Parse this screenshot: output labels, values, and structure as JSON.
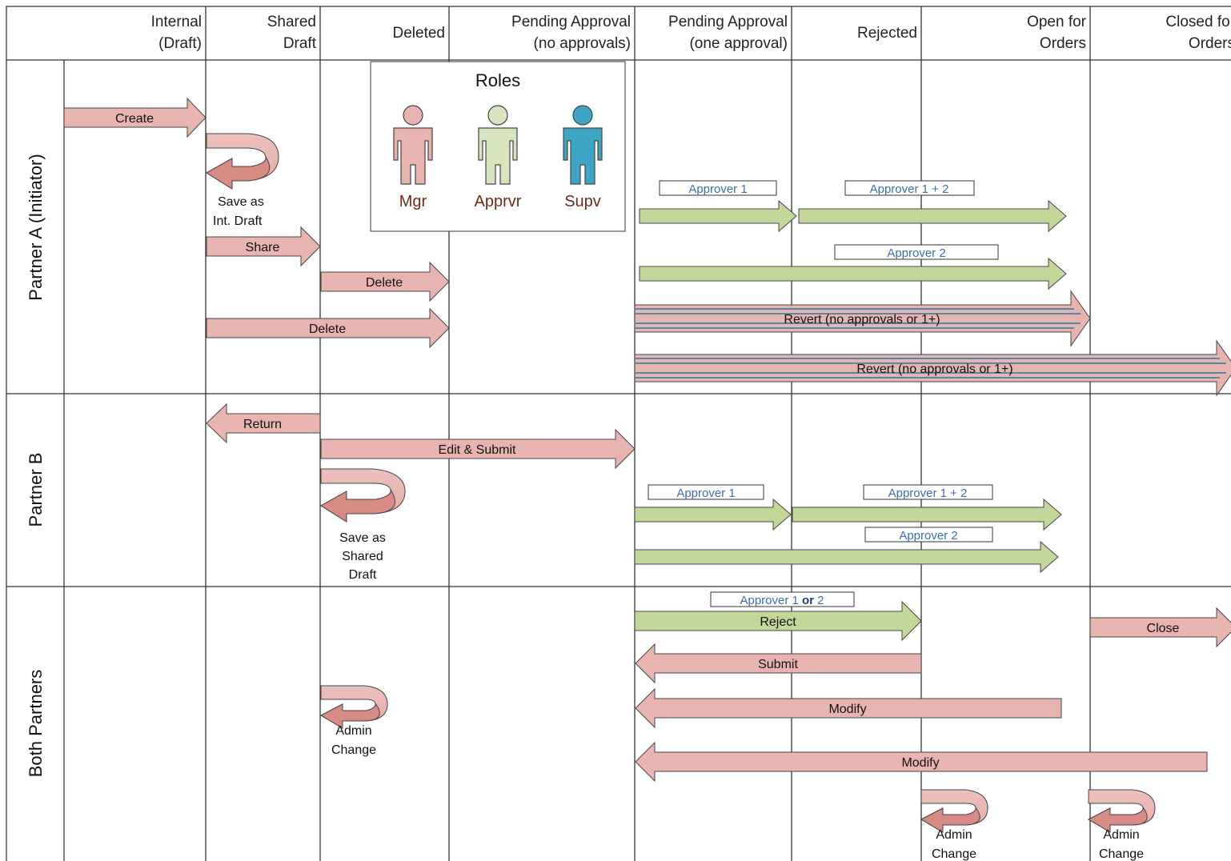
{
  "columns": [
    {
      "line1": "Internal",
      "line2": "(Draft)"
    },
    {
      "line1": "Shared",
      "line2": "Draft"
    },
    {
      "line1": "Deleted",
      "line2": ""
    },
    {
      "line1": "Pending Approval",
      "line2": "(no approvals)"
    },
    {
      "line1": "Pending Approval",
      "line2": "(one approval)"
    },
    {
      "line1": "Rejected",
      "line2": ""
    },
    {
      "line1": "Open for",
      "line2": "Orders"
    },
    {
      "line1": "Closed for",
      "line2": "Orders"
    }
  ],
  "lanes": [
    "Partner A (Initiator)",
    "Partner B",
    "Both Partners"
  ],
  "roles": {
    "title": "Roles",
    "items": [
      {
        "label": "Mgr",
        "color": "#e8b4b0"
      },
      {
        "label": "Apprvr",
        "color": "#d6e4bf"
      },
      {
        "label": "Supv",
        "color": "#3ea6c4"
      }
    ]
  },
  "arrows": {
    "create": "Create",
    "share": "Share",
    "delete_shared": "Delete",
    "delete_internal": "Delete",
    "revert_open": "Revert (no approvals or 1+)",
    "revert_closed": "Revert (no approvals or 1+)",
    "return": "Return",
    "edit_submit": "Edit & Submit",
    "reject": "Reject",
    "submit": "Submit",
    "modify_open": "Modify",
    "modify_closed": "Modify",
    "close": "Close"
  },
  "loops": {
    "save_internal": [
      "Save as",
      "Int. Draft"
    ],
    "save_shared": [
      "Save as",
      "Shared",
      "Draft"
    ],
    "admin_shared": [
      "Admin",
      "Change"
    ],
    "admin_rejected": [
      "Admin",
      "Change"
    ],
    "admin_closed": [
      "Admin",
      "Change"
    ]
  },
  "approver_tags": {
    "a_one": "Approver 1",
    "a_one_two": "Approver 1 + 2",
    "a_two": "Approver 2",
    "b_one": "Approver 1",
    "b_one_two": "Approver 1 + 2",
    "b_two": "Approver 2",
    "reject_pre": "Approver 1 ",
    "reject_or": "or",
    "reject_post": " 2"
  },
  "colors": {
    "pink_fill": "#e8b4b0",
    "pink_dark": "#d88a84",
    "green_fill": "#c4d79b",
    "revert_stripe": "#4e8ba8"
  }
}
